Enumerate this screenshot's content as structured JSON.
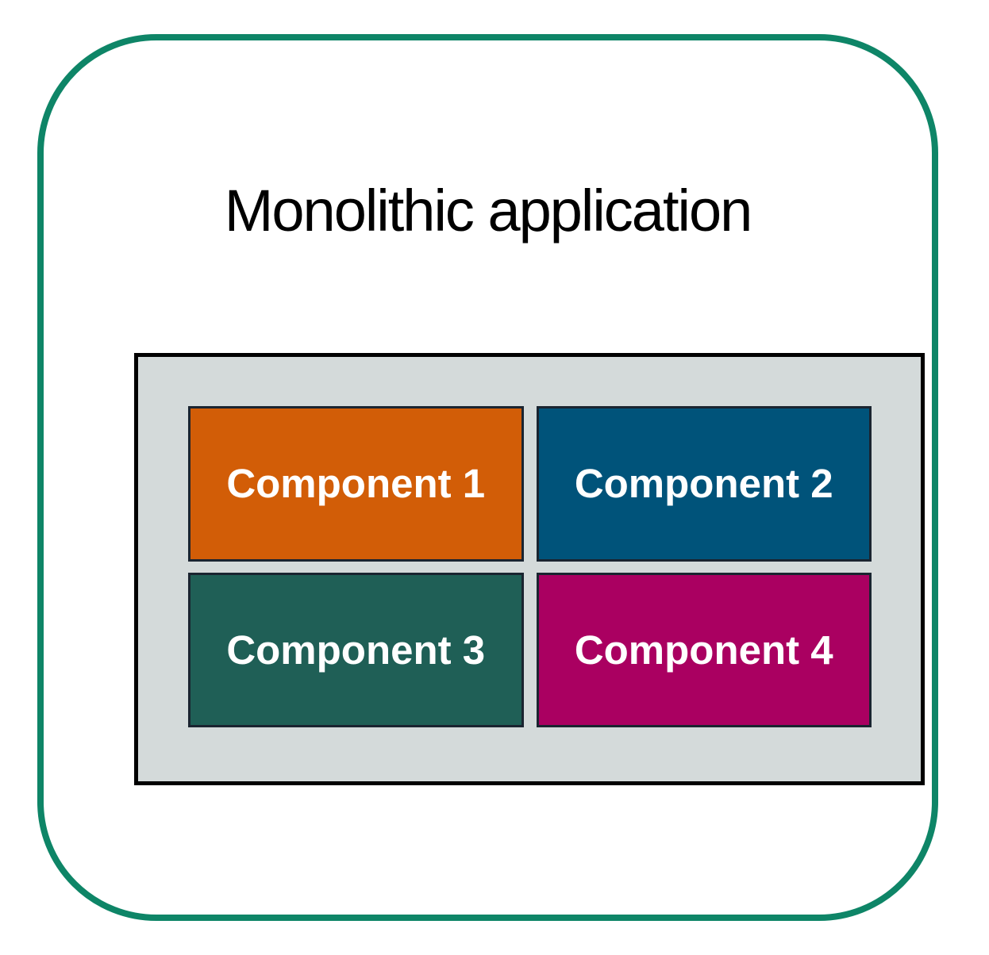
{
  "diagram": {
    "title": "Monolithic application",
    "components": [
      {
        "label": "Component 1",
        "color": "#D25D07"
      },
      {
        "label": "Component 2",
        "color": "#00537A"
      },
      {
        "label": "Component 3",
        "color": "#1F5F56"
      },
      {
        "label": "Component 4",
        "color": "#AA0061"
      }
    ],
    "colors": {
      "frame_border": "#0E8567",
      "container_fill": "#D4DADA",
      "container_border": "#000000",
      "component_border": "#1A2430",
      "component_text": "#FFFFFF",
      "title_text": "#000000",
      "background": "#FFFFFF"
    }
  }
}
